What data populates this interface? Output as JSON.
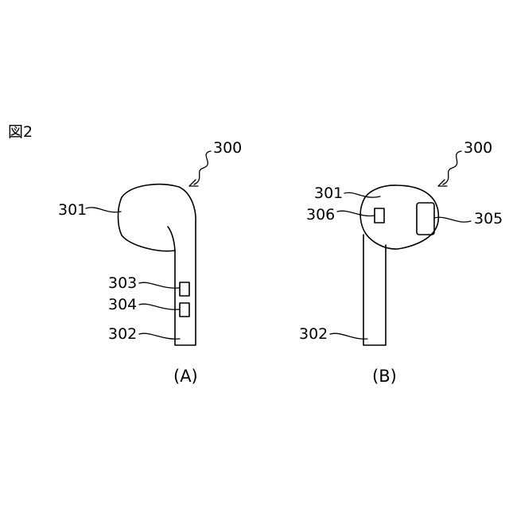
{
  "figure": {
    "title": "図2",
    "views": [
      {
        "caption": "(A)",
        "labels": {
          "device": "300",
          "housing": "301",
          "stem": "302",
          "part_a": "303",
          "part_b": "304"
        }
      },
      {
        "caption": "(B)",
        "labels": {
          "device": "300",
          "housing": "301",
          "stem": "302",
          "part_a": "306",
          "part_b": "305"
        }
      }
    ]
  }
}
